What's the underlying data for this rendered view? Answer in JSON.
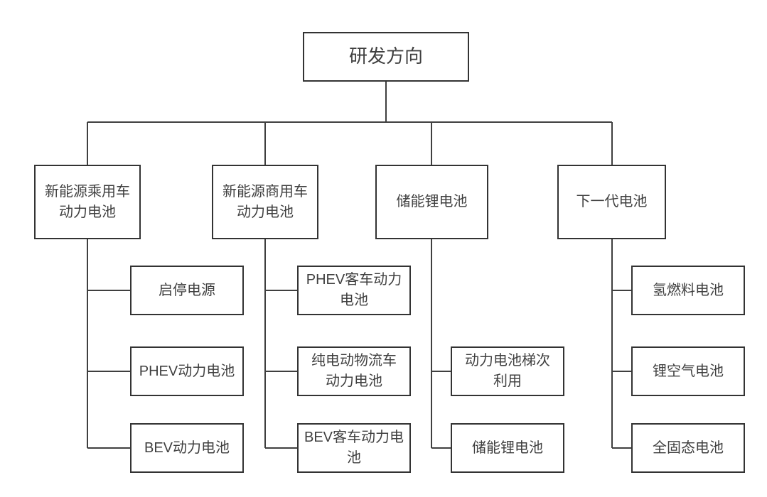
{
  "diagram": {
    "root": {
      "label": "研发方向"
    },
    "branches": [
      {
        "label": "新能源乘用车\n动力电池",
        "children": [
          {
            "label": "启停电源"
          },
          {
            "label": "PHEV动力电池"
          },
          {
            "label": "BEV动力电池"
          }
        ]
      },
      {
        "label": "新能源商用车\n动力电池",
        "children": [
          {
            "label": "PHEV客车动力\n电池"
          },
          {
            "label": "纯电动物流车\n动力电池"
          },
          {
            "label": "BEV客车动力电\n池"
          }
        ]
      },
      {
        "label": "储能锂电池",
        "children": [
          {
            "label": "动力电池梯次\n利用"
          },
          {
            "label": "储能锂电池"
          }
        ]
      },
      {
        "label": "下一代电池",
        "children": [
          {
            "label": "氢燃料电池"
          },
          {
            "label": "锂空气电池"
          },
          {
            "label": "全固态电池"
          }
        ]
      }
    ],
    "colors": {
      "line": "#3f3f3f",
      "border": "#333333",
      "text": "#3f3f3f",
      "background": "#ffffff"
    }
  }
}
